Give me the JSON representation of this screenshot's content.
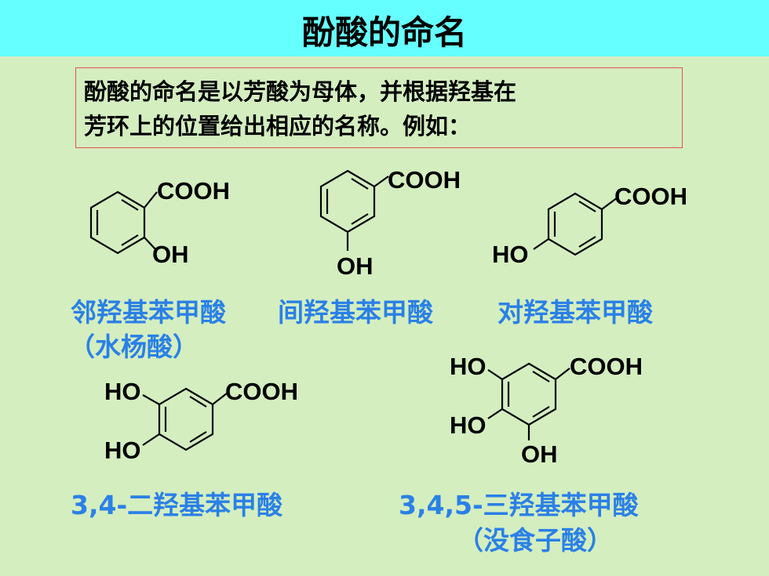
{
  "title": "酚酸的命名",
  "intro": {
    "line1": "酚酸的命名是以芳酸为母体，并根据羟基在",
    "line2": "芳环上的位置给出相应的名称。例如："
  },
  "groups": {
    "cooh": "COOH",
    "oh": "OH",
    "ho": "HO"
  },
  "compounds": [
    {
      "name": "邻羟基苯甲酸",
      "alias": "（水杨酸）"
    },
    {
      "name": "间羟基苯甲酸"
    },
    {
      "name": "对羟基苯甲酸"
    },
    {
      "name": "3,4-二羟基苯甲酸"
    },
    {
      "name": "3,4,5-三羟基苯甲酸",
      "alias": "（没食子酸）"
    }
  ],
  "colors": {
    "title_bar": "#66ffff",
    "background": "#d4eec0",
    "label": "#2a80e6",
    "box_border": "#e05050"
  }
}
